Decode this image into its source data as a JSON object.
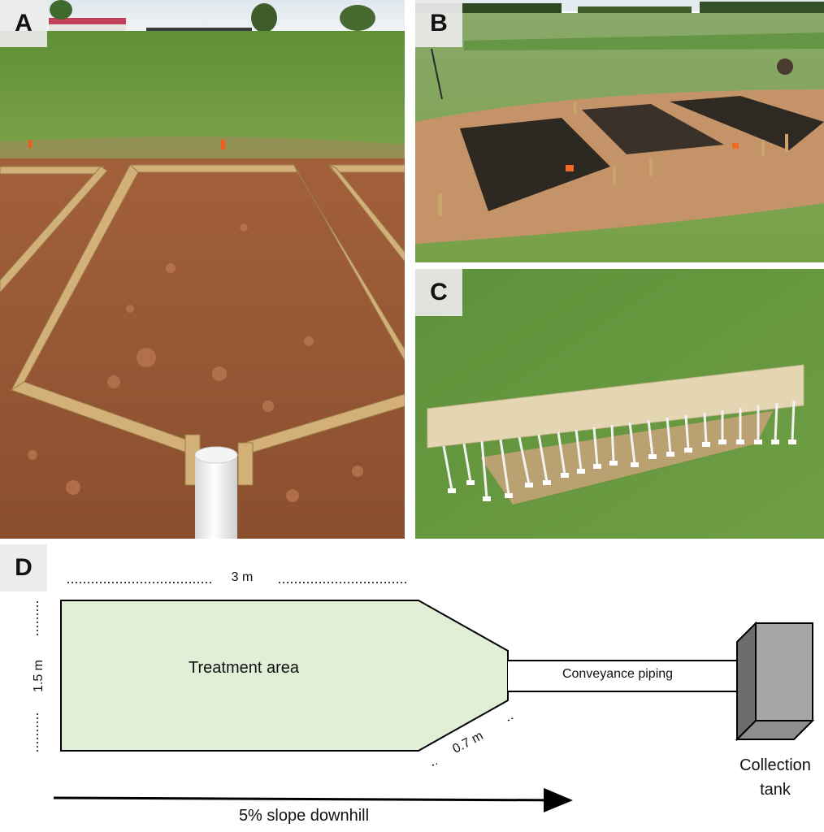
{
  "panels": {
    "a": {
      "label": "A"
    },
    "b": {
      "label": "B"
    },
    "c": {
      "label": "C"
    },
    "d": {
      "label": "D",
      "width_dimension": "3 m",
      "height_dimension": "1.5 m",
      "taper_dimension": "0.7 m",
      "treatment_area_label": "Treatment area",
      "piping_label": "Conveyance piping",
      "tank_label_line1": "Collection",
      "tank_label_line2": "tank",
      "slope_label": "5% slope downhill"
    }
  },
  "colors": {
    "treatment_fill": "#e0efd6",
    "tank_face": "#a7a5a6",
    "tank_side": "#6e6c6d",
    "grass": "#6f9a3c",
    "soil_red": "#9b5a36",
    "soil_dark": "#2e2822",
    "lumber": "#d2b078"
  }
}
